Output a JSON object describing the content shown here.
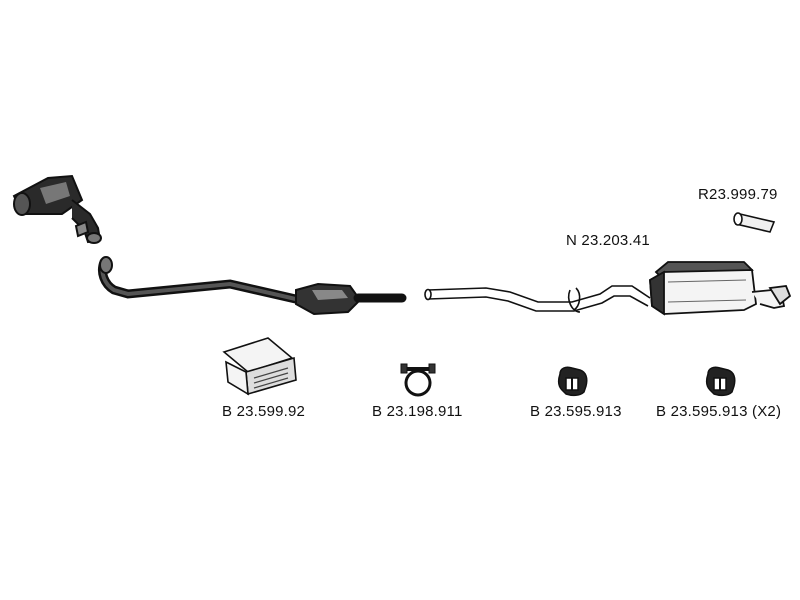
{
  "labels": {
    "tailpipe": "R23.999.79",
    "middle_pipe": "N 23.203.41",
    "mounting_kit": "B 23.599.92",
    "clamp": "B 23.198.911",
    "rubber_mount": "B 23.595.913",
    "rubber_mount_x2": "B 23.595.913 (X2)"
  },
  "colors": {
    "line": "#111111",
    "part_fill": "#e6e6e6",
    "dark_fill": "#222222",
    "background": "#ffffff"
  }
}
